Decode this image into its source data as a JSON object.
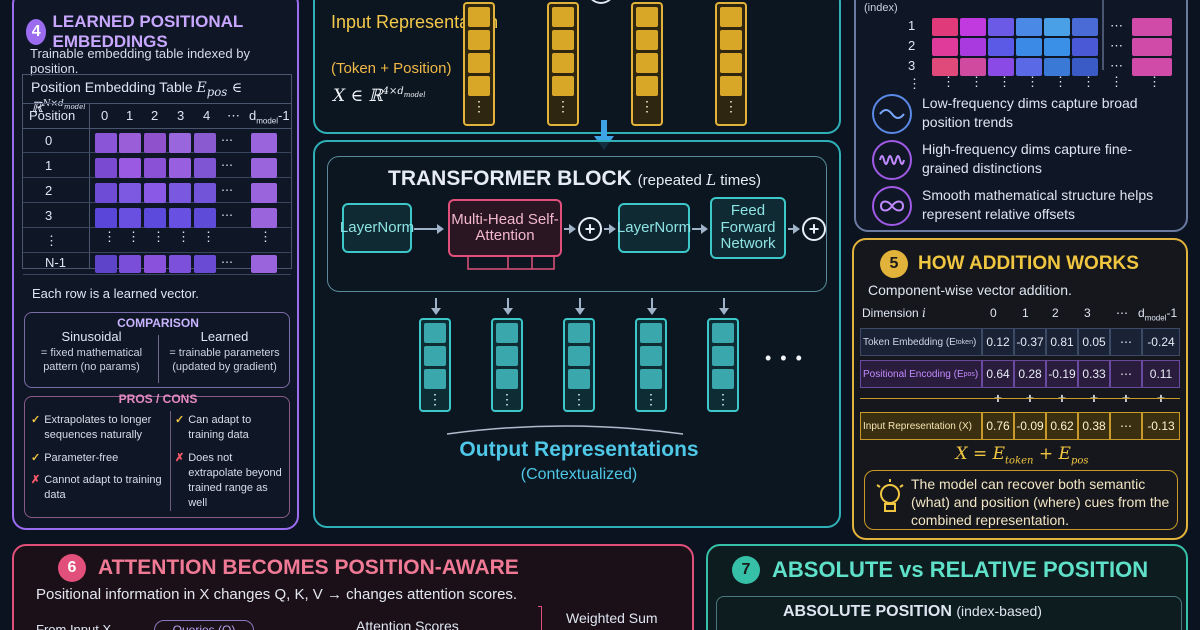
{
  "colors": {
    "purple": "#9b6cf0",
    "teal": "#3ec7c9",
    "gold": "#e2b33a",
    "pink": "#e0507a",
    "green": "#37c0a8",
    "background": "#0b1220"
  },
  "panel4": {
    "number": "4",
    "title": "LEARNED POSITIONAL EMBEDDINGS",
    "subtitle": "Trainable embedding table indexed by position.",
    "table_title": "Position Embedding Table",
    "table_formula": "E",
    "table_formula_sub": "pos",
    "table_formula_rest": "∈ ℝ",
    "table_formula_sup": "N×d",
    "table_formula_sup_sub": "model",
    "position_header": "Position",
    "col_headers": [
      "0",
      "1",
      "2",
      "3",
      "4",
      "⋯"
    ],
    "col_last": "d",
    "col_last_sub": "model",
    "col_last_rest": "-1",
    "row_labels": [
      "0",
      "1",
      "2",
      "3",
      "⋮",
      "N-1"
    ],
    "row_caption": "Each row is a learned vector.",
    "comparison": {
      "title": "COMPARISON",
      "left_head": "Sinusoidal",
      "left_body": "= fixed mathematical pattern (no params)",
      "right_head": "Learned",
      "right_body": "= trainable parameters (updated by gradient)"
    },
    "pros_cons": {
      "title": "PROS / CONS",
      "left": [
        {
          "mark": "✓",
          "text": "Extrapolates to longer sequences naturally"
        },
        {
          "mark": "✓",
          "text": "Parameter-free"
        },
        {
          "mark": "✗",
          "text": "Cannot adapt to training data"
        }
      ],
      "right": [
        {
          "mark": "✓",
          "text": "Can adapt to training data"
        },
        {
          "mark": "✗",
          "text": "Does not extrapolate beyond trained range as well"
        }
      ]
    }
  },
  "center": {
    "input_rep_title": "Input Representation",
    "input_rep_sub": "(Token + Position)",
    "input_formula": "X ∈ ℝ",
    "input_formula_sup": "4×d",
    "input_formula_sup_sub": "model",
    "transformer_title": "TRANSFORMER BLOCK",
    "transformer_repeat": "(repeated",
    "transformer_repeat_var": "L",
    "transformer_repeat_end": "times)",
    "blocks": [
      "LayerNorm",
      "Multi-Head Self-Attention",
      "LayerNorm",
      "Feed Forward Network"
    ],
    "plus": "+",
    "ellipsis": "• • •",
    "output_title": "Output Representations",
    "output_sub": "(Contextualized)"
  },
  "right_top": {
    "index_label": "(index)",
    "row_labels": [
      "1",
      "2",
      "3",
      "⋮"
    ],
    "notes": [
      {
        "icon": "low-frequency-wave-icon",
        "text": "Low-frequency dims capture broad position trends"
      },
      {
        "icon": "high-frequency-wave-icon",
        "text": "High-frequency dims capture fine-grained distinctions"
      },
      {
        "icon": "infinity-icon",
        "text": "Smooth mathematical structure helps represent relative offsets"
      }
    ]
  },
  "panel5": {
    "number": "5",
    "title": "HOW ADDITION WORKS",
    "subtitle": "Component-wise vector addition.",
    "dim_label": "Dimension",
    "dim_var": "i",
    "dims": [
      "0",
      "1",
      "2",
      "3",
      "⋯"
    ],
    "dim_last": "d",
    "dim_last_sub": "model",
    "dim_last_rest": "-1",
    "rows": [
      {
        "label": "Token Embedding (E",
        "label_sub": "token",
        "label_end": ")",
        "values": [
          "0.12",
          "-0.37",
          "0.81",
          "0.05",
          "⋯",
          "-0.24"
        ]
      },
      {
        "label": "Positional Encoding (E",
        "label_sub": "pos",
        "label_end": ")",
        "values": [
          "0.64",
          "0.28",
          "-0.19",
          "0.33",
          "⋯",
          "0.11"
        ]
      },
      {
        "label": "Input Representation (X)",
        "label_sub": "",
        "label_end": "",
        "values": [
          "0.76",
          "-0.09",
          "0.62",
          "0.38",
          "⋯",
          "-0.13"
        ]
      }
    ],
    "plus_row": [
      "+",
      "+",
      "+",
      "+",
      "+",
      "+"
    ],
    "formula": "X = E",
    "formula_sub1": "token",
    "formula_mid": "+ E",
    "formula_sub2": "pos",
    "note": "The model can recover both semantic (what) and position (where) cues from the combined representation."
  },
  "panel6": {
    "number": "6",
    "title": "ATTENTION BECOMES POSITION-AWARE",
    "subtitle": "Positional information in X changes Q, K, V → changes attention scores.",
    "from_input": "From Input X",
    "queries": "Queries (Q)",
    "attention_scores": "Attention Scores",
    "weighted_sum": "Weighted Sum"
  },
  "panel7": {
    "number": "7",
    "title": "ABSOLUTE vs RELATIVE POSITION",
    "absolute_head": "ABSOLUTE POSITION",
    "absolute_sub": "(index-based)"
  }
}
